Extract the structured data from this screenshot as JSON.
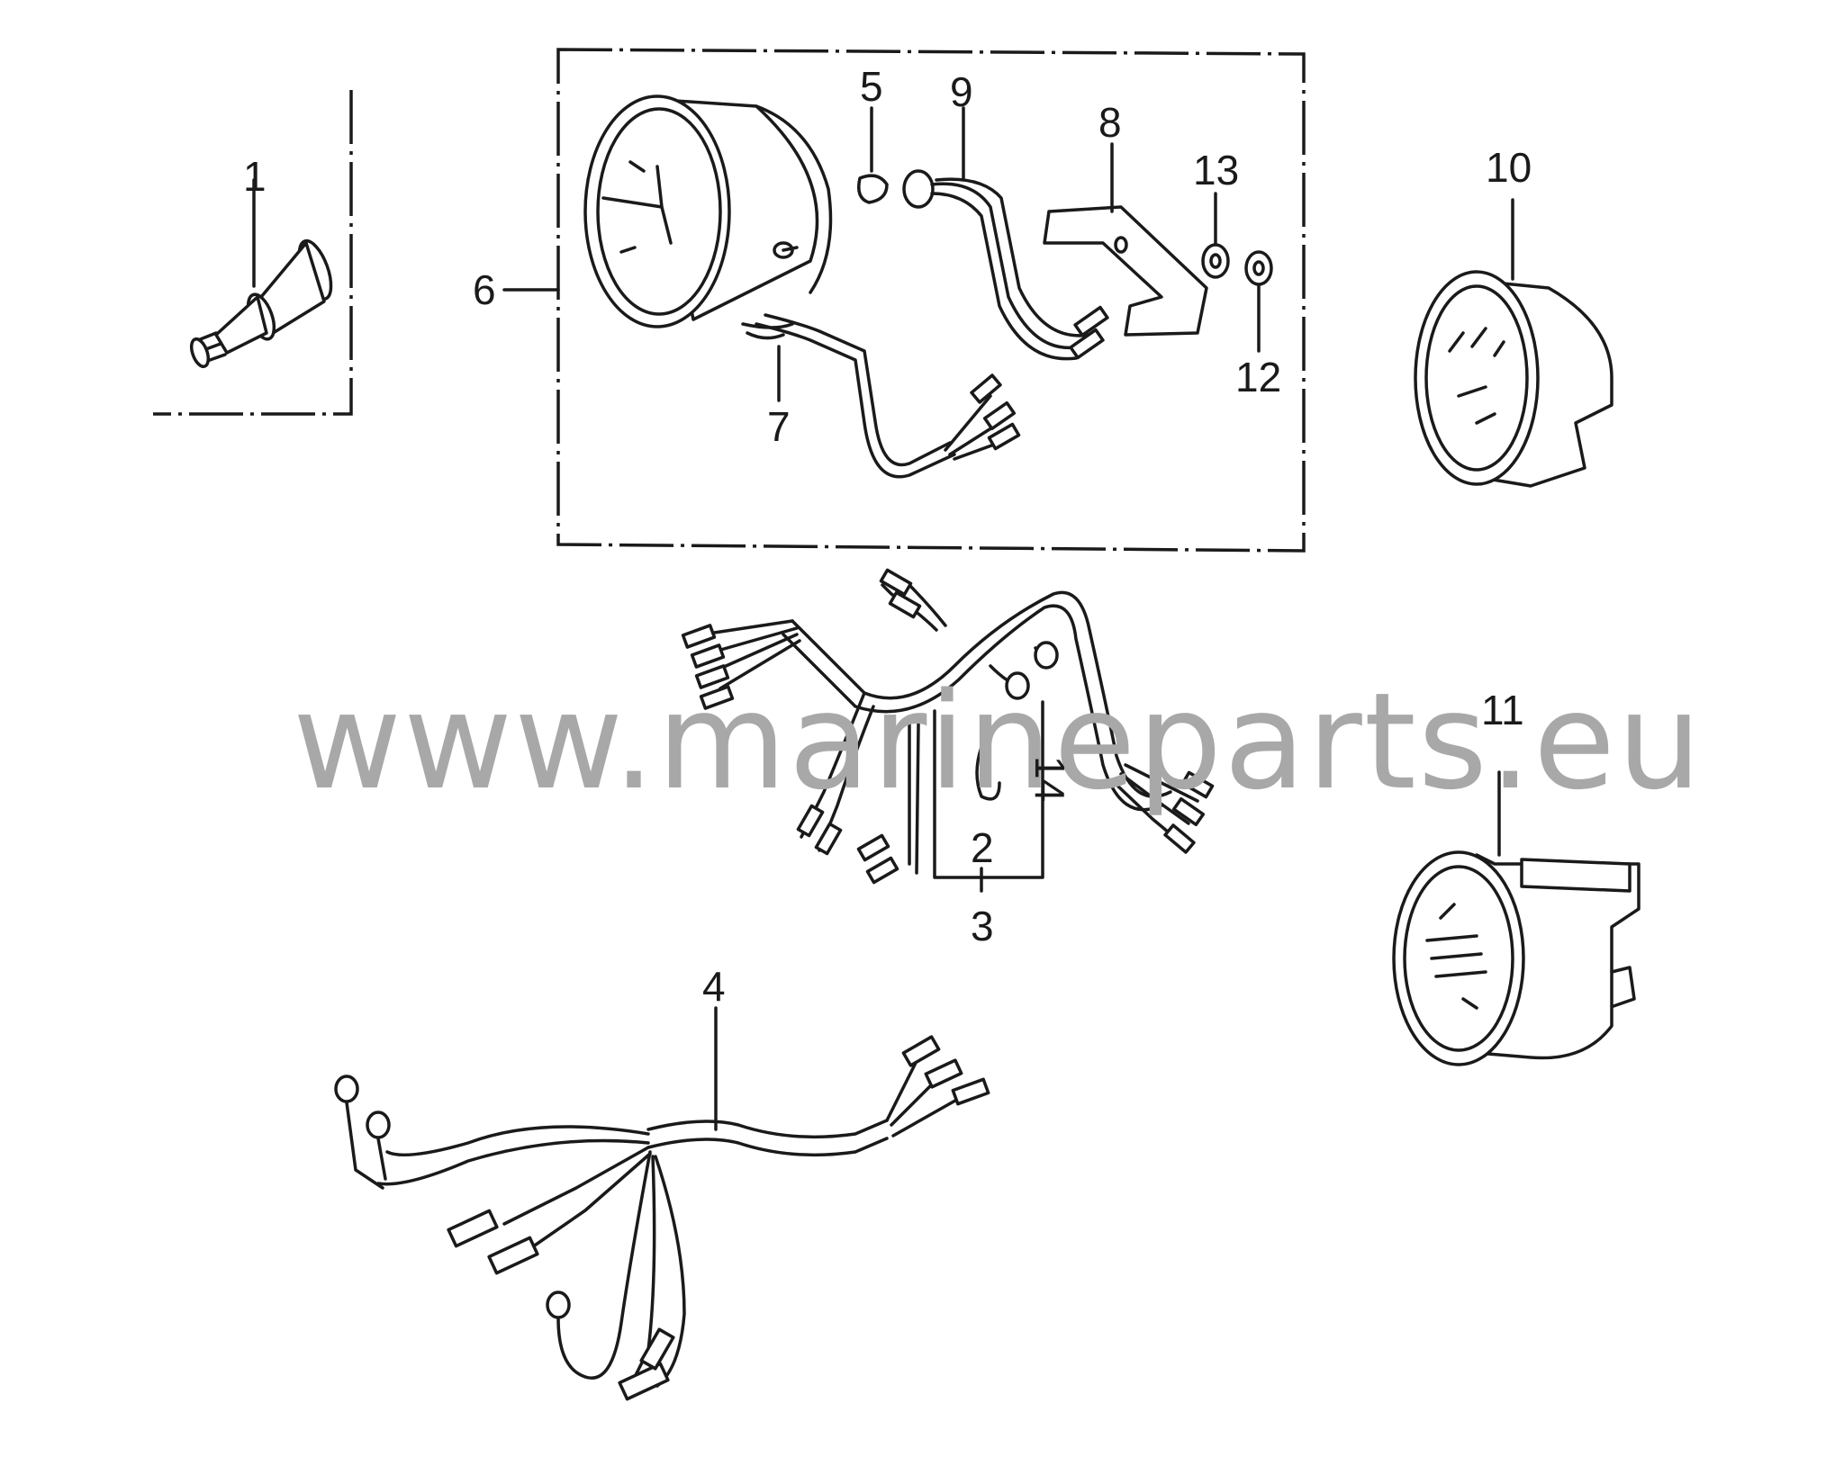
{
  "watermark": "www.marineparts.eu",
  "callouts": [
    {
      "id": "c1",
      "text": "1"
    },
    {
      "id": "c2",
      "text": "2"
    },
    {
      "id": "c3",
      "text": "3"
    },
    {
      "id": "c4",
      "text": "4"
    },
    {
      "id": "c5",
      "text": "5"
    },
    {
      "id": "c6",
      "text": "6"
    },
    {
      "id": "c7",
      "text": "7"
    },
    {
      "id": "c8",
      "text": "8"
    },
    {
      "id": "c9",
      "text": "9"
    },
    {
      "id": "c10",
      "text": "10"
    },
    {
      "id": "c11",
      "text": "11"
    },
    {
      "id": "c12",
      "text": "12"
    },
    {
      "id": "c13",
      "text": "13"
    },
    {
      "id": "c14",
      "text": "14"
    }
  ]
}
